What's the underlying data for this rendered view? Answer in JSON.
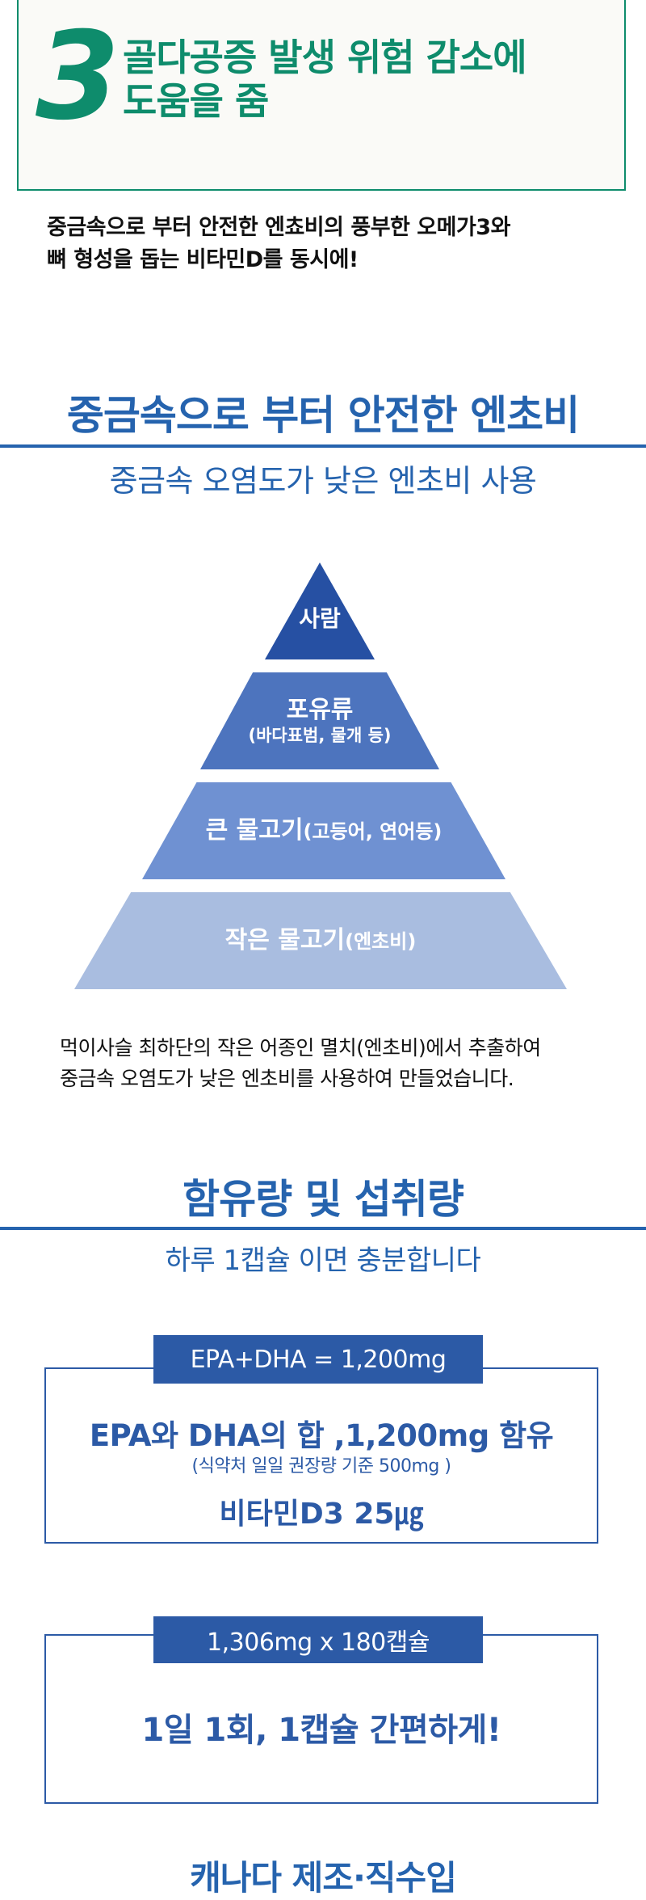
{
  "header": {
    "number": "3",
    "title_line1": "골다공증 발생 위험 감소에",
    "title_line2": "도움을 줌"
  },
  "intro": {
    "line1": "중금속으로 부터 안전한 엔쵸비의 풍부한 오메가3와",
    "line2": "뼈 형성을 돕는 비타민D를 동시에!"
  },
  "section_anchovy": {
    "title": "중금속으로 부터 안전한 엔초비",
    "subtitle": "중금속 오염도가 낮은 엔초비 사용"
  },
  "pyramid": {
    "tier1": {
      "label": "사람"
    },
    "tier2": {
      "label": "포유류",
      "sub": "(바다표범, 물개 등)"
    },
    "tier3": {
      "label": "큰 물고기",
      "sub": "(고등어, 연어등)"
    },
    "tier4": {
      "label": "작은 물고기",
      "sub": "(엔초비)"
    },
    "description_line1": "먹이사슬 최하단의 작은 어종인 멸치(엔초비)에서 추출하여",
    "description_line2": "중금속 오염도가 낮은  엔초비를 사용하여 만들었습니다."
  },
  "section_content": {
    "title": "함유량 및 섭취량",
    "subtitle": "하루 1캡슐 이면 충분합니다"
  },
  "box1": {
    "tag": "EPA+DHA = 1,200mg",
    "line1": "EPA와 DHA의 합 ,1,200mg 함유",
    "line2": "(식약처 일일 권장량 기준 500mg )",
    "line3": "비타민D3 25㎍"
  },
  "box2": {
    "tag": "1,306mg x 180캡슐",
    "line1": "1일 1회, 1캡슐 간편하게!"
  },
  "footer": {
    "title": "캐나다 제조·직수입"
  },
  "colors": {
    "green": "#0e8c6c",
    "blue": "#2563ae",
    "box_blue": "#2c5aa6"
  }
}
